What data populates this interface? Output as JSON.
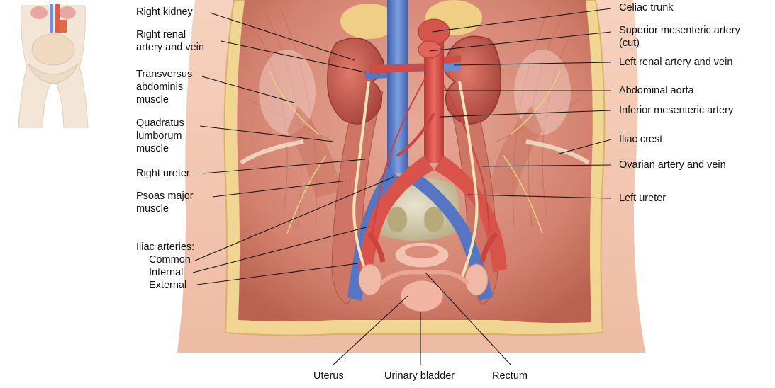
{
  "labels": {
    "right_kidney": [
      "Right kidney"
    ],
    "right_renal": [
      "Right renal",
      "artery and vein"
    ],
    "transversus": [
      "Transversus",
      "abdominis",
      "muscle"
    ],
    "quadratus": [
      "Quadratus",
      "lumborum",
      "muscle"
    ],
    "right_ureter": [
      "Right ureter"
    ],
    "psoas": [
      "Psoas major",
      "muscle"
    ],
    "iliac_arteries": [
      "Iliac arteries:",
      "Common",
      "Internal",
      "External"
    ],
    "celiac": [
      "Celiac trunk"
    ],
    "sma": [
      "Superior mesenteric artery",
      "(cut)"
    ],
    "left_renal": [
      "Left renal artery and vein"
    ],
    "aorta": [
      "Abdominal aorta"
    ],
    "ima": [
      "Inferior mesenteric artery"
    ],
    "iliac_crest": [
      "Iliac crest"
    ],
    "ovarian": [
      "Ovarian artery and vein"
    ],
    "left_ureter": [
      "Left ureter"
    ],
    "uterus": [
      "Uterus"
    ],
    "bladder": [
      "Urinary bladder"
    ],
    "rectum": [
      "Rectum"
    ]
  },
  "colors": {
    "muscle": "#d98a7a",
    "muscle_dark": "#b85d52",
    "skin": "#f2c4ae",
    "fat": "#f0d59a",
    "artery": "#d8514a",
    "vein": "#5b7fc9",
    "kidney": "#c8574e",
    "ureter": "#f2e3b8",
    "nerve": "#e8d27a"
  },
  "icons": {
    "orientation": "body-orientation-icon"
  }
}
